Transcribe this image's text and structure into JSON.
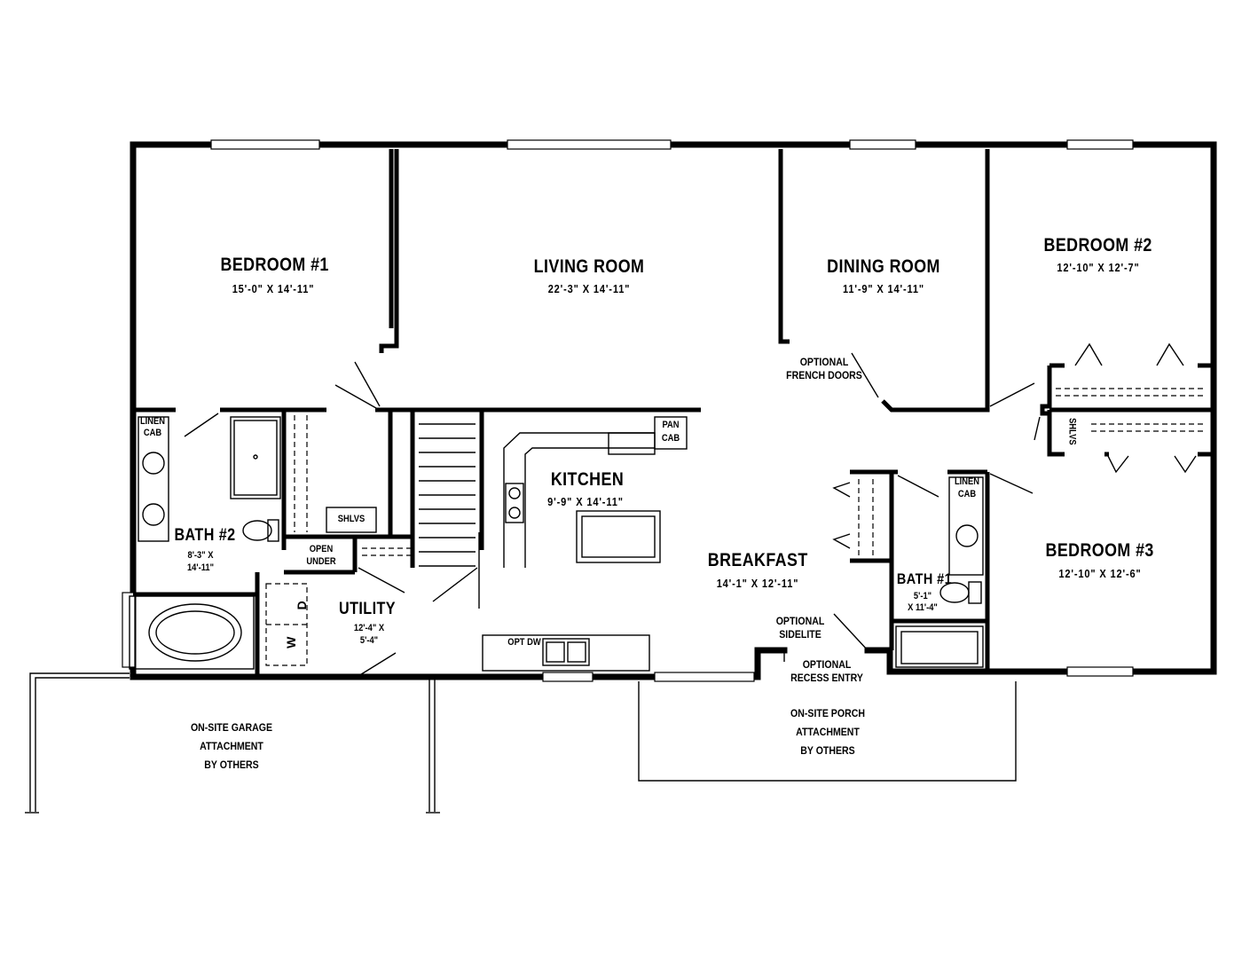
{
  "rooms": {
    "bedroom1": {
      "name": "BEDROOM #1",
      "dim": "15'-0\" X 14'-11\""
    },
    "living": {
      "name": "LIVING ROOM",
      "dim": "22'-3\" X 14'-11\""
    },
    "dining": {
      "name": "DINING ROOM",
      "dim": "11'-9\" X 14'-11\""
    },
    "bedroom2": {
      "name": "BEDROOM #2",
      "dim": "12'-10\" X 12'-7\""
    },
    "kitchen": {
      "name": "KITCHEN",
      "dim": "9'-9\" X 14'-11\""
    },
    "breakfast": {
      "name": "BREAKFAST",
      "dim": "14'-1\" X 12'-11\""
    },
    "bedroom3": {
      "name": "BEDROOM #3",
      "dim": "12'-10\" X 12'-6\""
    },
    "bath2": {
      "name": "BATH #2",
      "dim1": "8'-3\" X",
      "dim2": "14'-11\""
    },
    "bath1": {
      "name": "BATH #1",
      "dim1": "5'-1\"",
      "dim2": "X 11'-4\""
    },
    "utility": {
      "name": "UTILITY",
      "dim1": "12'-4\" X",
      "dim2": "5'-4\""
    }
  },
  "labels": {
    "linen_cab_left_1": "LINEN",
    "linen_cab_left_2": "CAB",
    "linen_cab_right_1": "LINEN",
    "linen_cab_right_2": "CAB",
    "pan_cab_1": "PAN",
    "pan_cab_2": "CAB",
    "shlvs_left": "SHLVS",
    "shlvs_right": "SHLVS",
    "open_under_1": "OPEN",
    "open_under_2": "UNDER",
    "opt_dw": "OPT DW",
    "washer": "W",
    "dryer": "D",
    "french_doors_1": "OPTIONAL",
    "french_doors_2": "FRENCH DOORS",
    "sidelite_1": "OPTIONAL",
    "sidelite_2": "SIDELITE",
    "recess_1": "OPTIONAL",
    "recess_2": "RECESS ENTRY",
    "garage_1": "ON-SITE GARAGE",
    "garage_2": "ATTACHMENT",
    "garage_3": "BY OTHERS",
    "porch_1": "ON-SITE PORCH",
    "porch_2": "ATTACHMENT",
    "porch_3": "BY OTHERS"
  }
}
